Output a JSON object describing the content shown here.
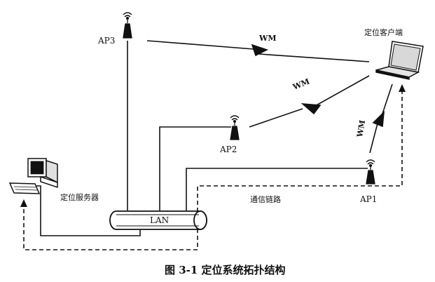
{
  "diagram": {
    "nodes": {
      "ap3": "AP3",
      "ap2": "AP2",
      "ap1": "AP1",
      "client": "定位客户端",
      "server": "定位服务器",
      "lan": "LAN"
    },
    "links": {
      "wm_ap3": "WM",
      "wm_ap2": "WM",
      "wm_ap1": "WM",
      "comm_path": "通信链路"
    },
    "caption": "图 3-1 定位系统拓扑结构"
  }
}
